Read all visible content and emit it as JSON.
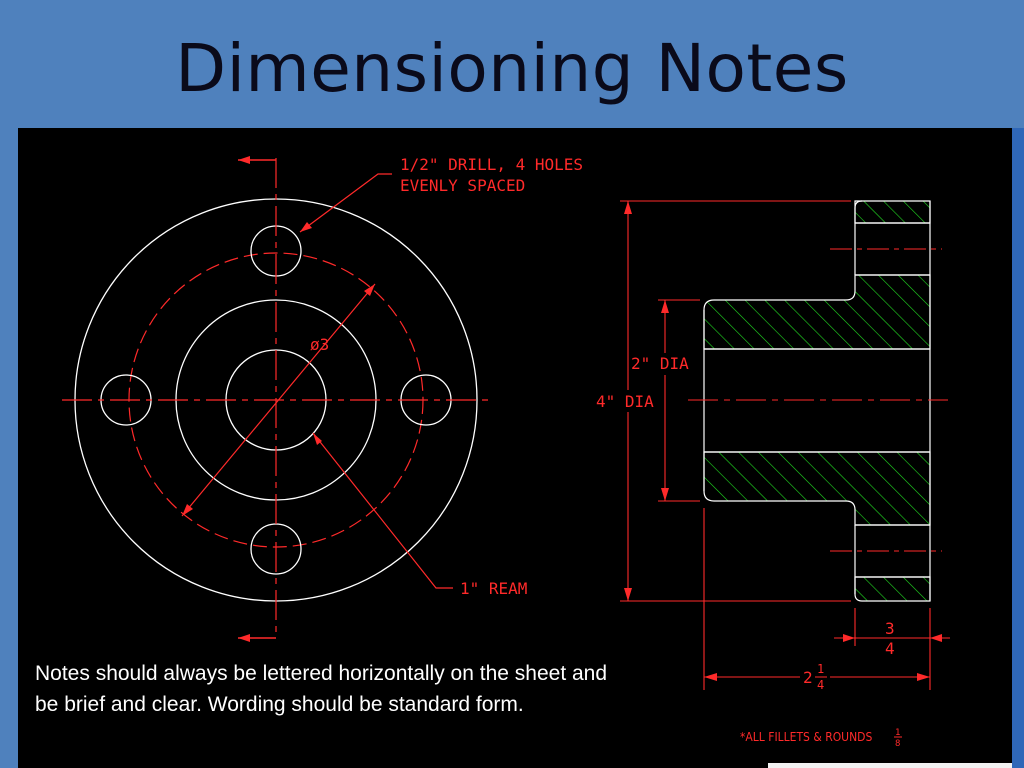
{
  "slide": {
    "title": "Dimensioning Notes",
    "note": "Notes should always be lettered horizontally on the sheet and be brief and clear.  Wording should be standard form."
  },
  "drawing": {
    "labels": {
      "drill_line1": "1/2\" DRILL, 4 HOLES",
      "drill_line2": "EVENLY SPACED",
      "bolt_circle_dia": "ø3",
      "ream": "1\" REAM",
      "inner_dia": "2\" DIA",
      "outer_dia": "4\" DIA",
      "thickness_whole": "2",
      "thickness_num": "1",
      "thickness_den": "4",
      "flange_num": "3",
      "flange_den": "4",
      "fillets_note": "*ALL FILLETS & ROUNDS",
      "fillets_num": "1",
      "fillets_den": "8"
    },
    "colors": {
      "background": "#000000",
      "outline": "#ffffff",
      "dimension": "#ff2a2a",
      "hatch": "#22dd22",
      "slide_bg": "#4f81bd"
    }
  }
}
